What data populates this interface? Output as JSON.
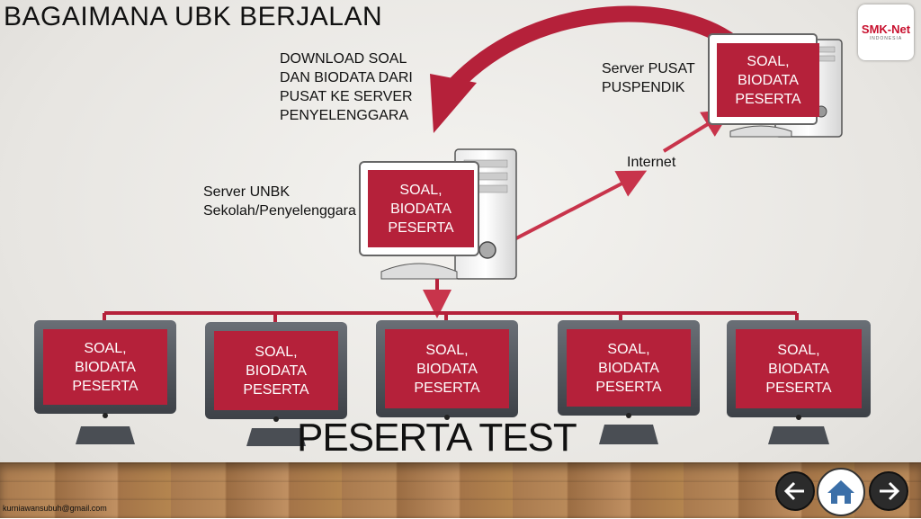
{
  "title": "BAGAIMANA UBK BERJALAN",
  "logo": {
    "text": "SMK-Net",
    "subtext": "INDONESIA"
  },
  "download_note": "DOWNLOAD SOAL\nDAN BIODATA DARI\nPUSAT KE SERVER\nPENYELENGGARA",
  "server_pusat_label": "Server PUSAT\nPUSPENDIK",
  "internet_label": "Internet",
  "server_unbk_label": "Server UNBK\nSekolah/Penyelenggara",
  "screen_text": "SOAL,\nBIODATA\nPESERTA",
  "peserta_label": "PESERTA TEST",
  "footer_email": "kurniawansubuh@gmail.com",
  "colors": {
    "accent": "#b5213a",
    "arrow": "#c8344b",
    "line": "#b5213a"
  },
  "icons": [
    "left-arrow-icon",
    "home-icon",
    "right-arrow-icon"
  ]
}
